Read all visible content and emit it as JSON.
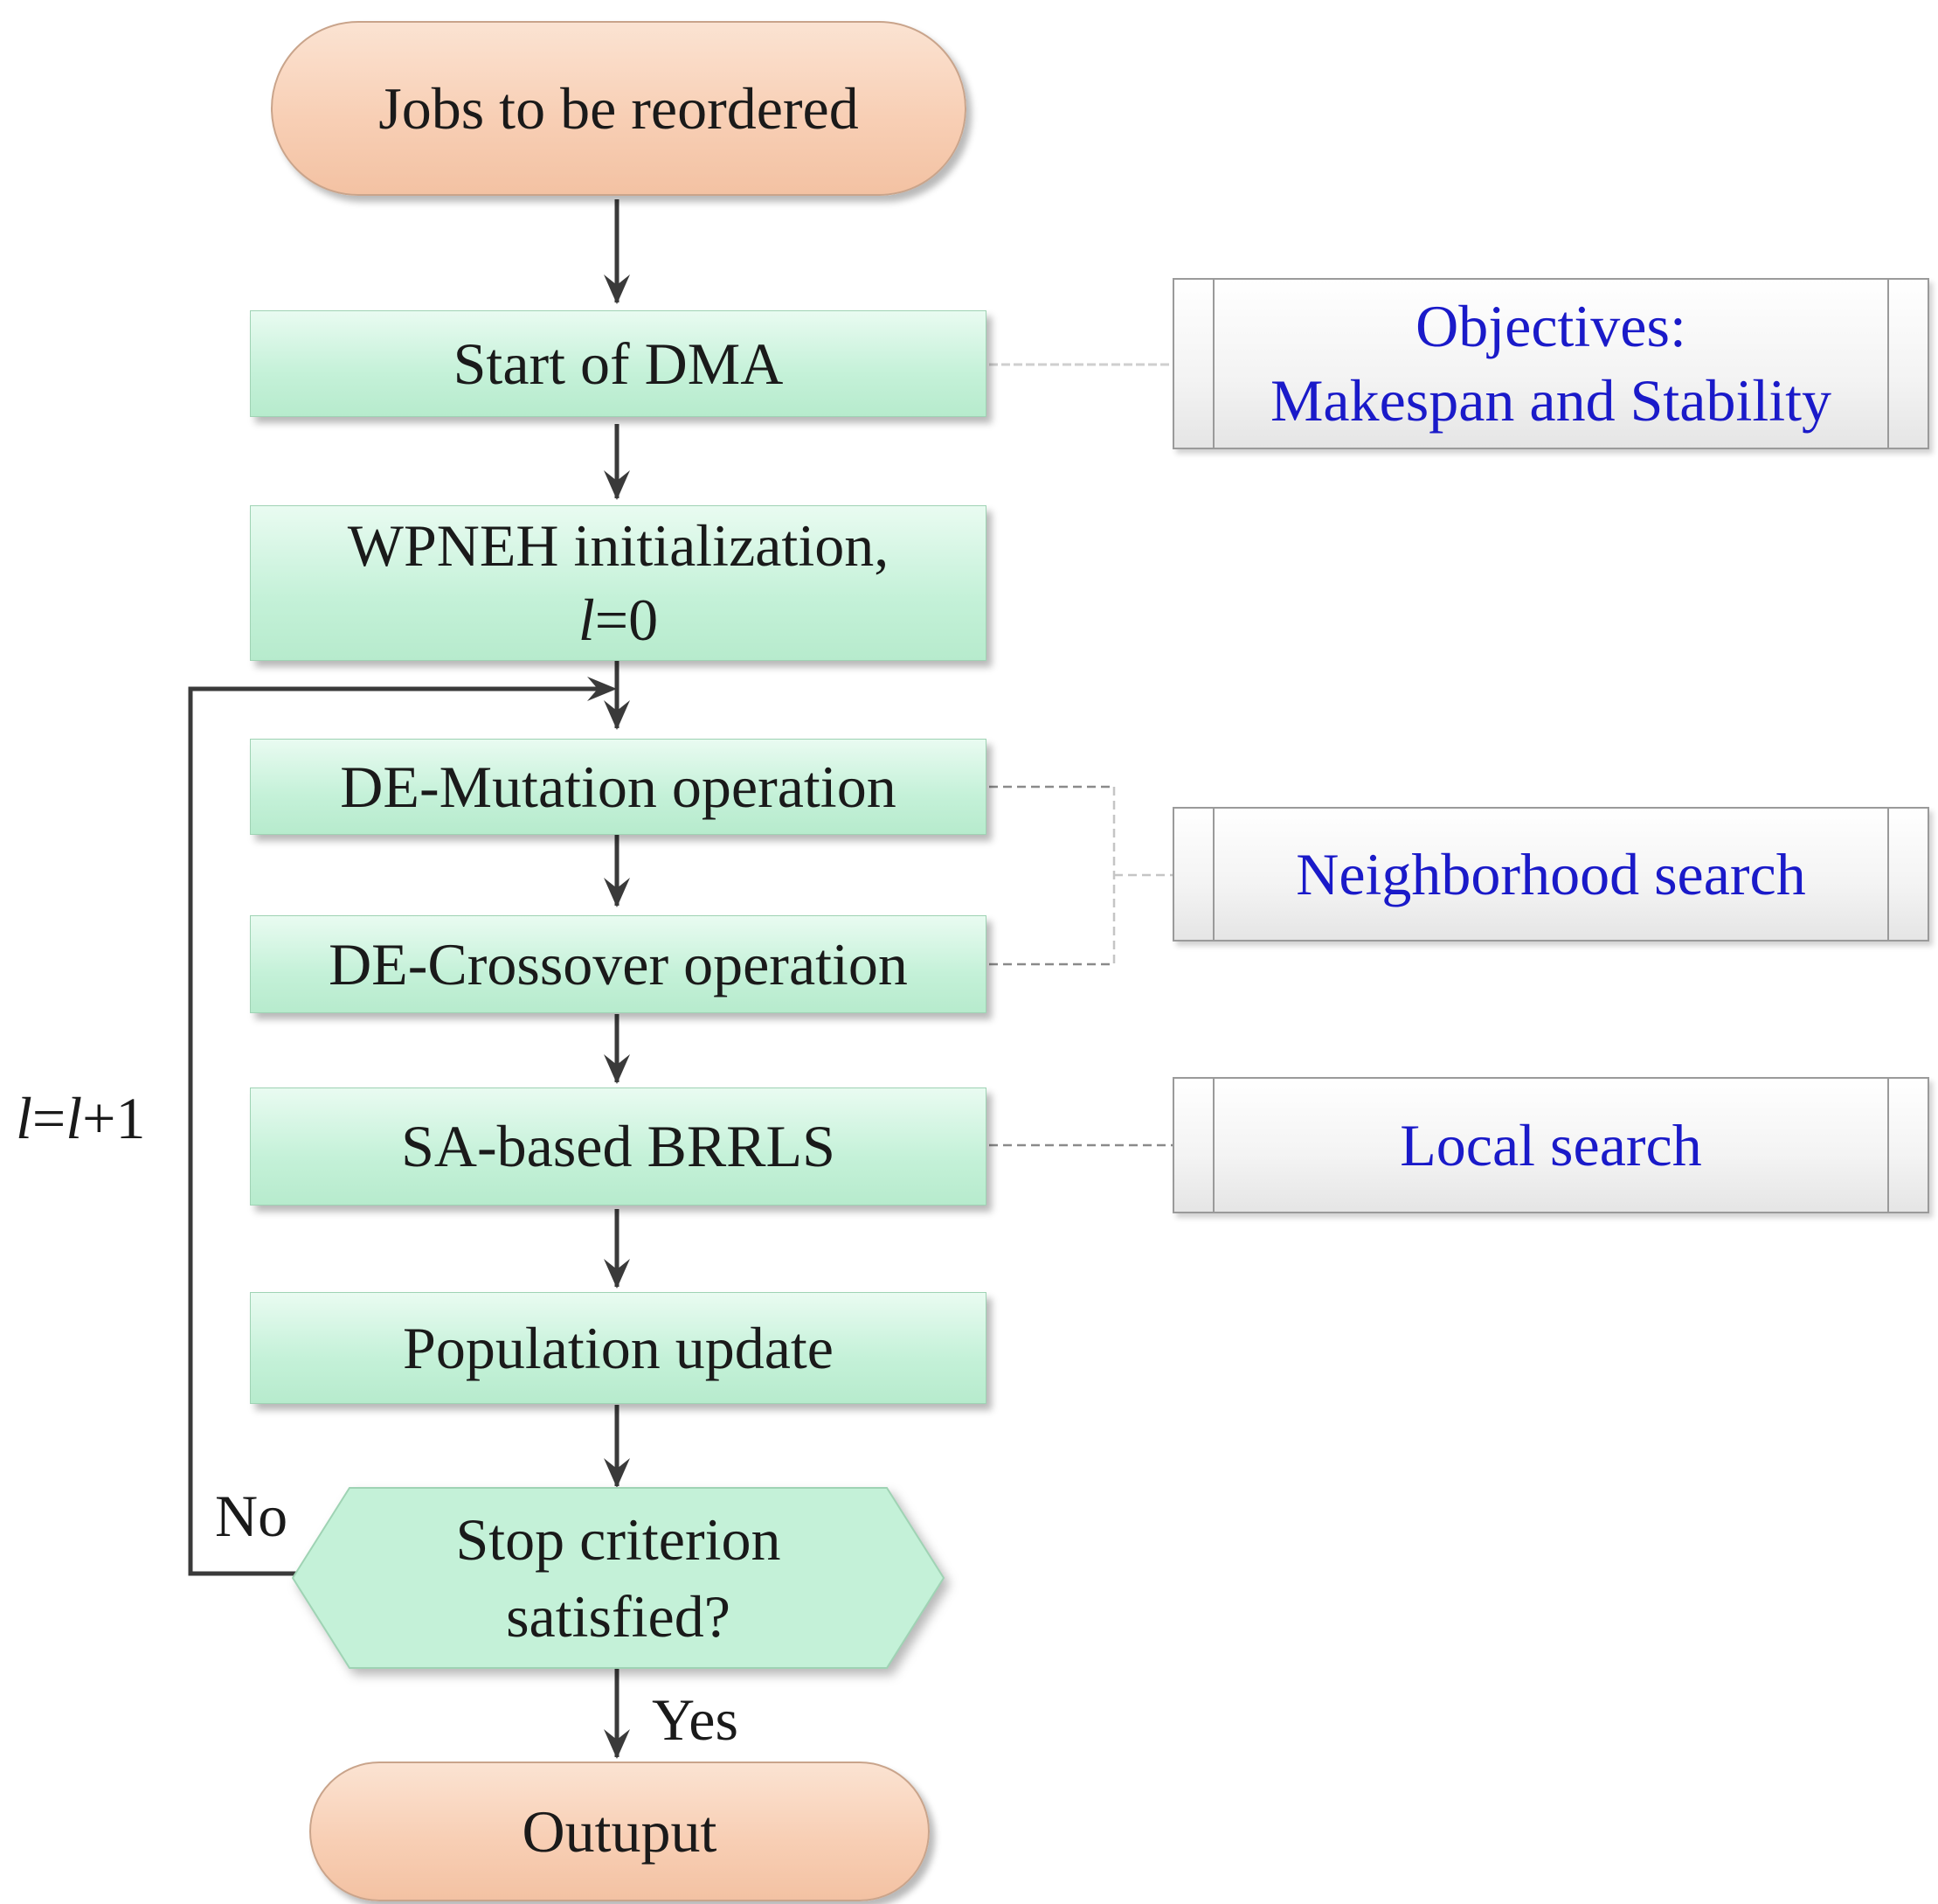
{
  "flow": {
    "start": "Jobs to be reordered",
    "dma_start": "Start of DMA",
    "init_line1": "WPNEH initialization,",
    "init_var": "l",
    "init_rest": "=0",
    "mutation": "DE-Mutation operation",
    "crossover": "DE-Crossover operation",
    "brrls": "SA-based BRRLS",
    "update": "Population update",
    "decision_line1": "Stop criterion",
    "decision_line2": "satisfied?",
    "output": "Outuput"
  },
  "edges": {
    "no_label": "No",
    "yes_label": "Yes",
    "loop_var1": "l",
    "loop_eq": "=",
    "loop_var2": "l",
    "loop_rest": "+1"
  },
  "annotations": {
    "objectives_line1": "Objectives:",
    "objectives_line2": "Makespan and Stability",
    "neighborhood": "Neighborhood search",
    "local": "Local search"
  },
  "colors": {
    "terminal_fill": "#f8cfb5",
    "process_fill": "#c4f1d8",
    "annotation_text": "#1a1ac9",
    "arrow": "#3a3a3a"
  }
}
